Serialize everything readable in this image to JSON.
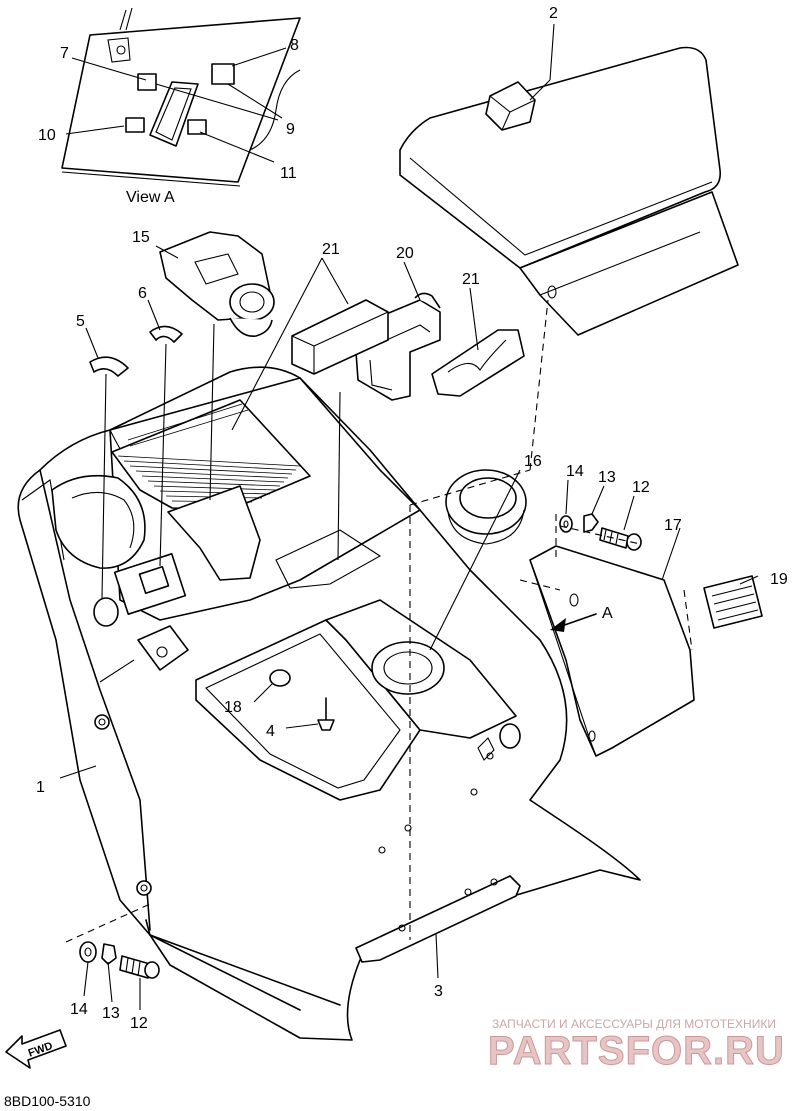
{
  "view_label": "View A",
  "view_marker": "A",
  "fwd_label": "FWD",
  "drawing_code": "8BD100-5310",
  "watermark": {
    "line1": "ЗАПЧАСТИ И АКСЕССУАРЫ ДЛЯ МОТОТЕХНИКИ",
    "line2": "PARTSFOR.RU"
  },
  "callouts": [
    {
      "id": "c1",
      "text": "1"
    },
    {
      "id": "c2",
      "text": "2"
    },
    {
      "id": "c3",
      "text": "3"
    },
    {
      "id": "c4",
      "text": "4"
    },
    {
      "id": "c5",
      "text": "5"
    },
    {
      "id": "c6",
      "text": "6"
    },
    {
      "id": "c7",
      "text": "7"
    },
    {
      "id": "c8",
      "text": "8"
    },
    {
      "id": "c9",
      "text": "9"
    },
    {
      "id": "c10",
      "text": "10"
    },
    {
      "id": "c11",
      "text": "11"
    },
    {
      "id": "c12a",
      "text": "12"
    },
    {
      "id": "c12b",
      "text": "12"
    },
    {
      "id": "c13a",
      "text": "13"
    },
    {
      "id": "c13b",
      "text": "13"
    },
    {
      "id": "c14a",
      "text": "14"
    },
    {
      "id": "c14b",
      "text": "14"
    },
    {
      "id": "c15",
      "text": "15"
    },
    {
      "id": "c16",
      "text": "16"
    },
    {
      "id": "c17",
      "text": "17"
    },
    {
      "id": "c18",
      "text": "18"
    },
    {
      "id": "c19",
      "text": "19"
    },
    {
      "id": "c20",
      "text": "20"
    },
    {
      "id": "c21a",
      "text": "21"
    },
    {
      "id": "c21b",
      "text": "21"
    }
  ]
}
